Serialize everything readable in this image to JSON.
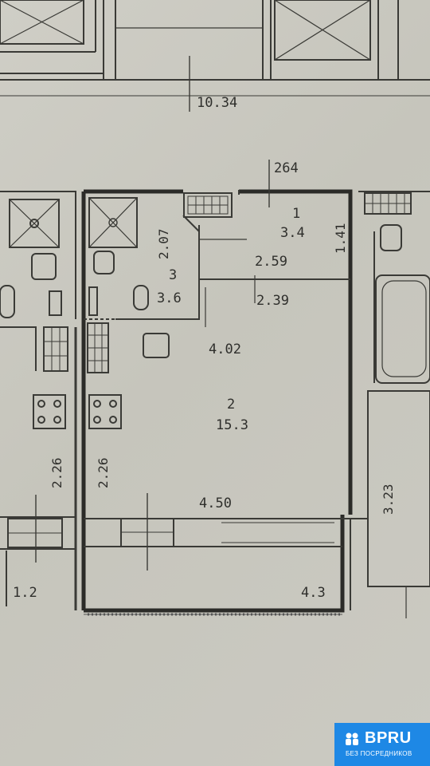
{
  "labels": {
    "top_dimension": "10.34",
    "wall_264": "264",
    "room1_number": "1",
    "room1_area": "3.4",
    "dim_141": "1.41",
    "dim_207": "2.07",
    "room3_number": "3",
    "room3_area": "3.6",
    "dim_259": "2.59",
    "dim_239": "2.39",
    "dim_402": "4.02",
    "room2_number": "2",
    "room2_area": "15.3",
    "dim_226_left": "2.26",
    "dim_226_mid": "2.26",
    "dim_450": "4.50",
    "dim_323": "3.23",
    "dim_12": "1.2",
    "dim_43": "4.3"
  },
  "badge": {
    "brand": "BPRU",
    "tagline": "БЕЗ ПОСРЕДНИКОВ",
    "color": "#1e88e5"
  }
}
